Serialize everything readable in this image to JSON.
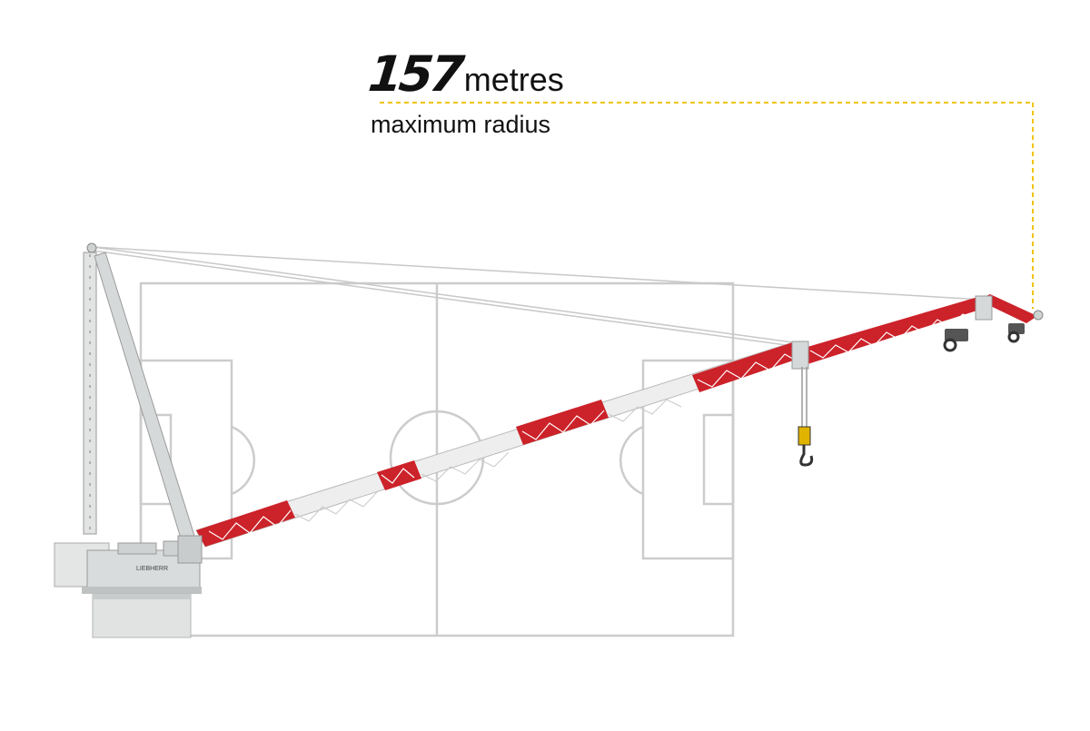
{
  "headline": {
    "value": "157",
    "unit": "metres"
  },
  "subtitle": "maximum radius",
  "colors": {
    "boom_red": "#cc2229",
    "boom_white": "#e8e8e8",
    "pitch_lines": "#cccccc",
    "dimension_line": "#f2c200",
    "crane_body": "#d9dcdc"
  },
  "icons": {
    "crane": "crane-illustration",
    "pitch": "football-pitch-outline",
    "hook": "crane-hook-icon"
  }
}
